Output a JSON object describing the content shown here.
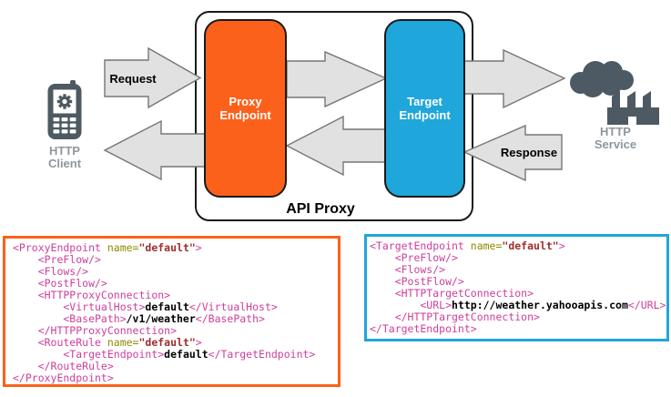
{
  "diagram": {
    "api_proxy_label": "API Proxy",
    "request_label": "Request",
    "response_label": "Response",
    "client": {
      "label_line1": "HTTP",
      "label_line2": "Client"
    },
    "service": {
      "label_line1": "HTTP",
      "label_line2": "Service"
    },
    "proxy_endpoint": {
      "label_line1": "Proxy",
      "label_line2": "Endpoint",
      "color": "#FB611A"
    },
    "target_endpoint": {
      "label_line1": "Target",
      "label_line2": "Endpoint",
      "color": "#1FA6DB"
    },
    "colors": {
      "arrow_fill": "#E1E1E1",
      "arrow_outline": "#767676",
      "icon_gray": "#4D5A63",
      "icon_label_gray": "#8D979D",
      "box_border": "#1a1a1a"
    }
  },
  "code_blocks": {
    "syntax_colors": {
      "tag": "#CE3E9B",
      "attribute": "#8B8B00",
      "attribute_value": "#9E2B2B",
      "text": "#000000"
    },
    "proxy": {
      "border_color": "#FB611A",
      "lines": [
        [
          [
            "tag",
            "<ProxyEndpoint"
          ],
          [
            "attr",
            " name="
          ],
          [
            "val",
            "\"default\""
          ],
          [
            "tag",
            ">"
          ]
        ],
        [
          [
            "tag",
            "    <PreFlow/>"
          ]
        ],
        [
          [
            "tag",
            "    <Flows/>"
          ]
        ],
        [
          [
            "tag",
            "    <PostFlow/>"
          ]
        ],
        [
          [
            "tag",
            "    <HTTPProxyConnection>"
          ]
        ],
        [
          [
            "tag",
            "        <VirtualHost>"
          ],
          [
            "txt",
            "default"
          ],
          [
            "tag",
            "</VirtualHost>"
          ]
        ],
        [
          [
            "tag",
            "        <BasePath>"
          ],
          [
            "txt",
            "/v1/weather"
          ],
          [
            "tag",
            "</BasePath>"
          ]
        ],
        [
          [
            "tag",
            "    </HTTPProxyConnection>"
          ]
        ],
        [
          [
            "tag",
            "    <RouteRule"
          ],
          [
            "attr",
            " name="
          ],
          [
            "val",
            "\"default\""
          ],
          [
            "tag",
            ">"
          ]
        ],
        [
          [
            "tag",
            "        <TargetEndpoint>"
          ],
          [
            "txt",
            "default"
          ],
          [
            "tag",
            "</TargetEndpoint>"
          ]
        ],
        [
          [
            "tag",
            "    </RouteRule>"
          ]
        ],
        [
          [
            "tag",
            "</ProxyEndpoint>"
          ]
        ]
      ]
    },
    "target": {
      "border_color": "#1FA6DB",
      "lines": [
        [
          [
            "tag",
            "<TargetEndpoint"
          ],
          [
            "attr",
            " name="
          ],
          [
            "val",
            "\"default\""
          ],
          [
            "tag",
            ">"
          ]
        ],
        [
          [
            "tag",
            "    <PreFlow/>"
          ]
        ],
        [
          [
            "tag",
            "    <Flows/>"
          ]
        ],
        [
          [
            "tag",
            "    <PostFlow/>"
          ]
        ],
        [
          [
            "tag",
            "    <HTTPTargetConnection>"
          ]
        ],
        [
          [
            "tag",
            "        <URL>"
          ],
          [
            "txt",
            "http://weather.yahooapis.com"
          ],
          [
            "tag",
            "</URL>"
          ]
        ],
        [
          [
            "tag",
            "    </HTTPTargetConnection>"
          ]
        ],
        [
          [
            "tag",
            "</TargetEndpoint>"
          ]
        ]
      ]
    }
  }
}
